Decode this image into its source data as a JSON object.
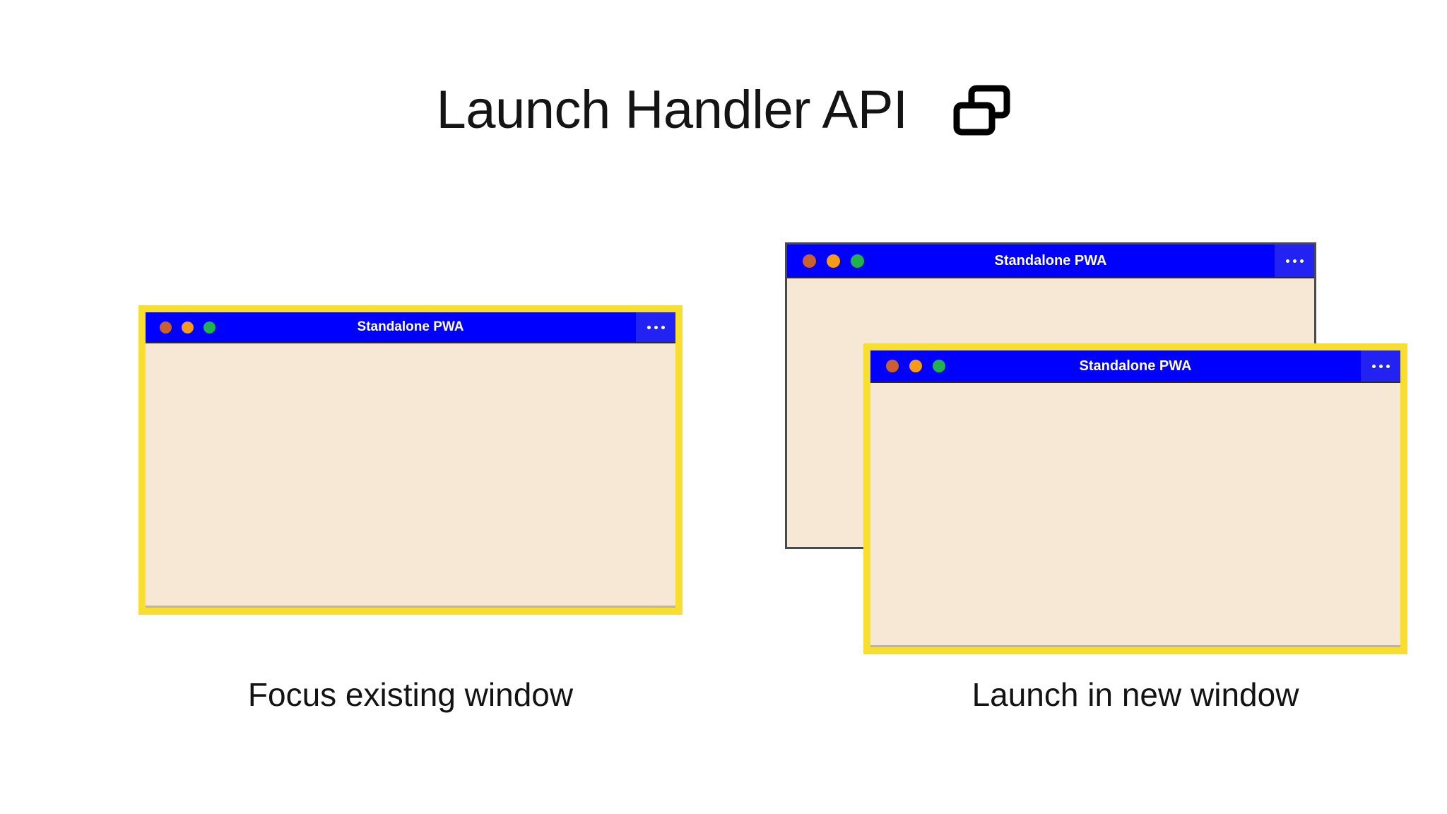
{
  "header": {
    "title": "Launch Handler API",
    "icon": "two-windows-icon"
  },
  "colors": {
    "title_bar_blue": "#0000FF",
    "menu_button_blue": "#2222F2",
    "window_body_cream": "#F7E8D5",
    "highlight_border_yellow": "#F8DE2E",
    "plain_border_gray": "#4A4A4A",
    "dot_red": "#C8612F",
    "dot_yellow": "#F59B17",
    "dot_green": "#21B24B",
    "page_background": "#FFFFFF",
    "text_dark": "#131313"
  },
  "scenarios": [
    {
      "id": "focus-existing-window",
      "caption": "Focus existing window",
      "windows": [
        {
          "id": "left-window",
          "title": "Standalone PWA",
          "highlighted": true,
          "menu_icon": "more-options-icon",
          "traffic_lights": [
            "close-dot",
            "minimize-dot",
            "maximize-dot"
          ]
        }
      ]
    },
    {
      "id": "launch-in-new-window",
      "caption": "Launch in new window",
      "windows": [
        {
          "id": "right-back-window",
          "title": "Standalone PWA",
          "highlighted": false,
          "menu_icon": "more-options-icon",
          "traffic_lights": [
            "close-dot",
            "minimize-dot",
            "maximize-dot"
          ]
        },
        {
          "id": "right-front-window",
          "title": "Standalone PWA",
          "highlighted": true,
          "menu_icon": "more-options-icon",
          "traffic_lights": [
            "close-dot",
            "minimize-dot",
            "maximize-dot"
          ]
        }
      ]
    }
  ]
}
